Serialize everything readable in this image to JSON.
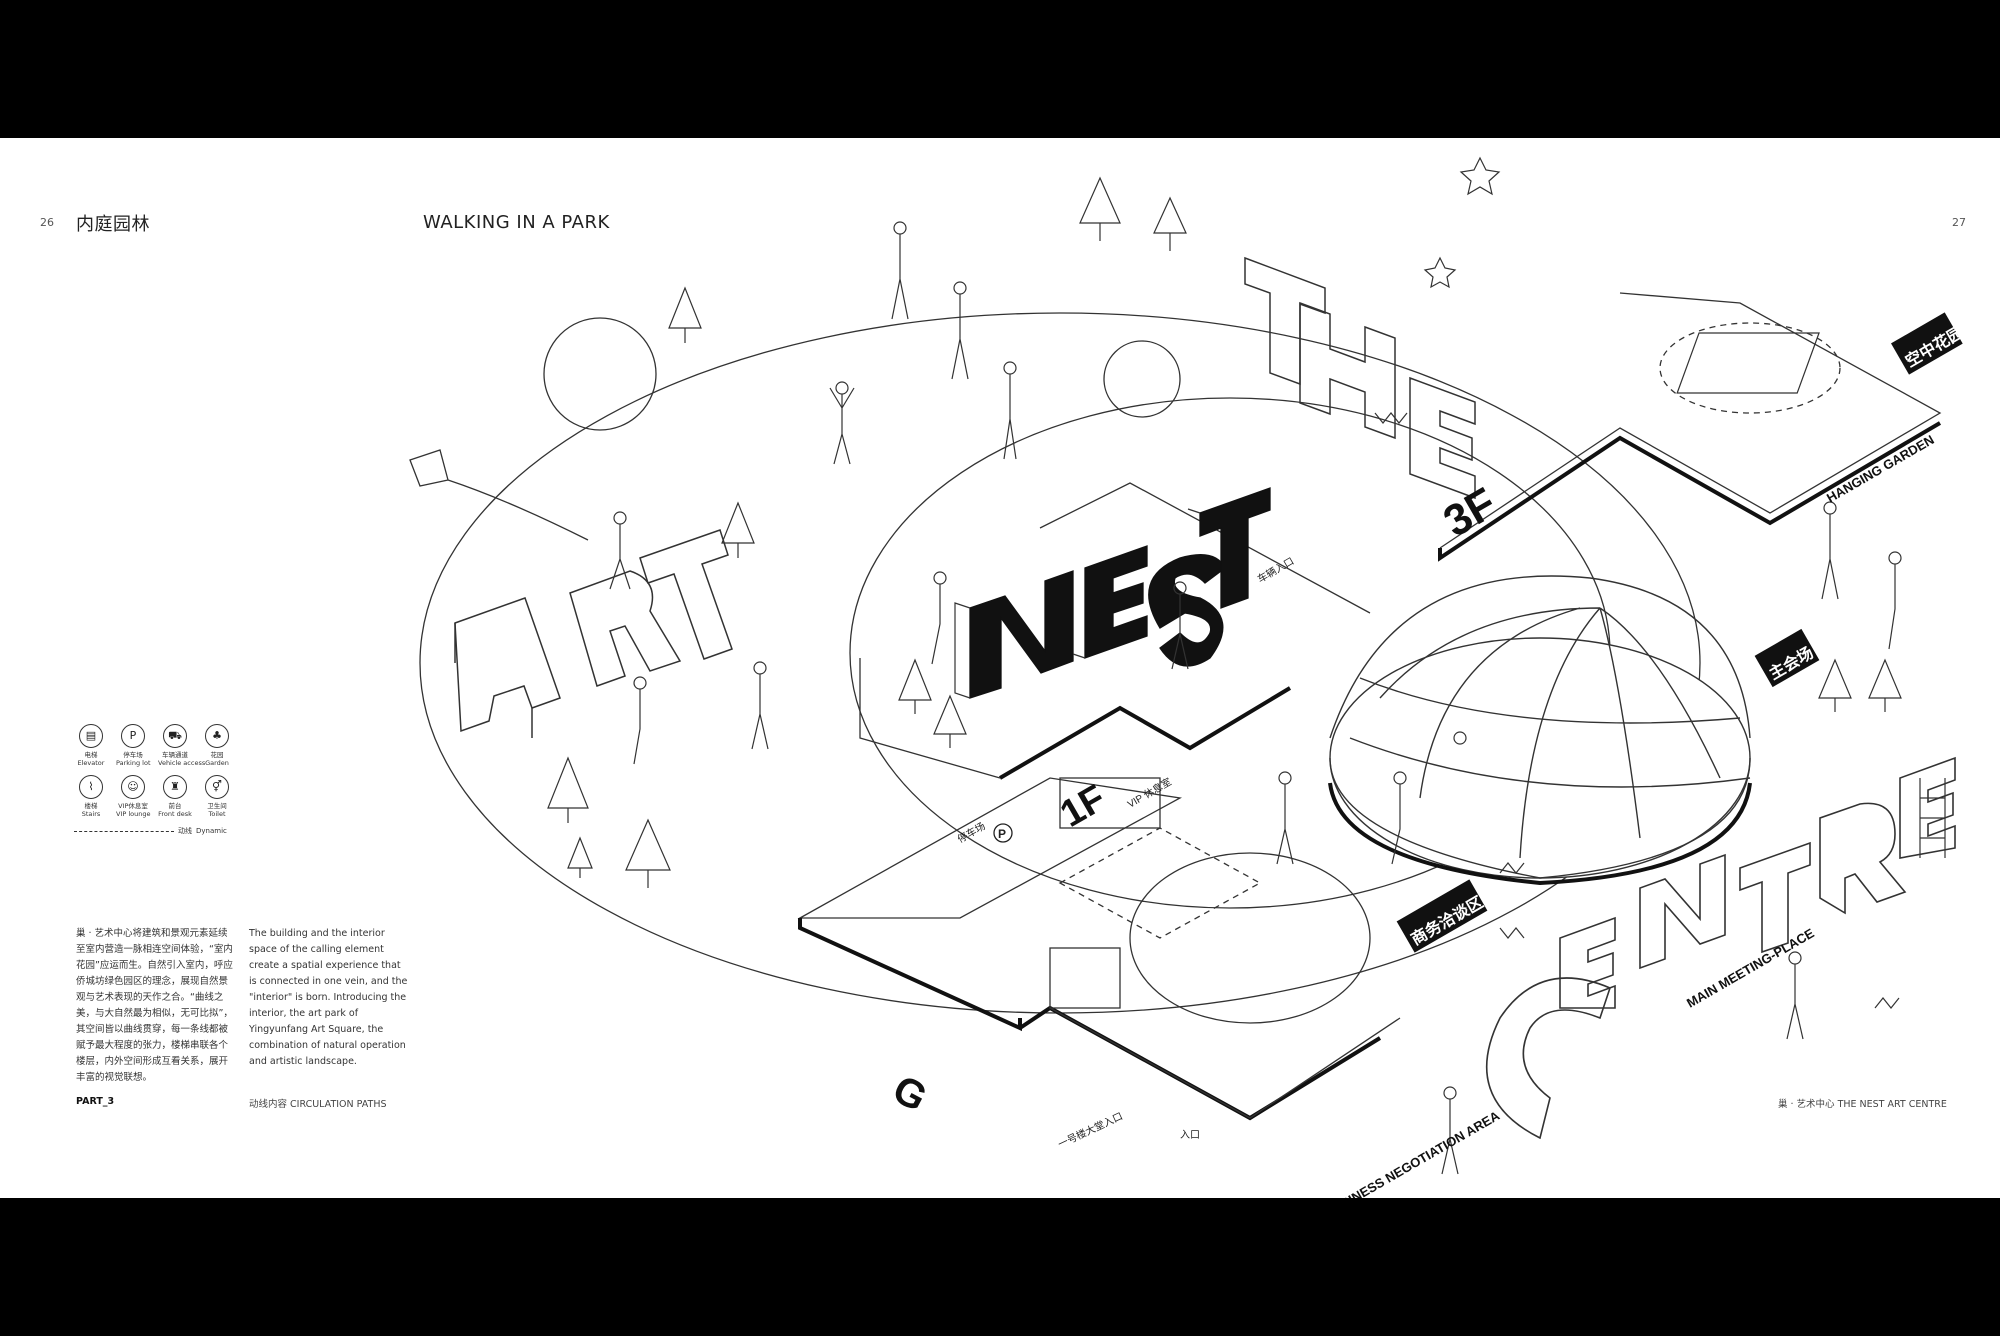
{
  "page": {
    "left_page_number": "26",
    "right_page_number": "27",
    "title_cn": "内庭园林",
    "title_en": "WALKING IN A PARK"
  },
  "legend": {
    "items": [
      {
        "cn": "电梯",
        "en": "Elevator",
        "icon": "elevator-icon",
        "glyph": "▤"
      },
      {
        "cn": "停车场",
        "en": "Parking lot",
        "icon": "parking-icon",
        "glyph": "P"
      },
      {
        "cn": "车辆通道",
        "en": "Vehicle access",
        "icon": "car-icon",
        "glyph": "⛟"
      },
      {
        "cn": "花园",
        "en": "Garden",
        "icon": "tree-icon",
        "glyph": "♣"
      },
      {
        "cn": "楼梯",
        "en": "Stairs",
        "icon": "stairs-icon",
        "glyph": "⌇"
      },
      {
        "cn": "VIP休息室",
        "en": "VIP lounge",
        "icon": "vip-icon",
        "glyph": "☺"
      },
      {
        "cn": "前台",
        "en": "Front desk",
        "icon": "desk-icon",
        "glyph": "♜"
      },
      {
        "cn": "卫生间",
        "en": "Toilet",
        "icon": "toilet-icon",
        "glyph": "⚥"
      }
    ],
    "dynamic_cn": "动线",
    "dynamic_en": "Dynamic"
  },
  "body_cn": "巢 · 艺术中心将建筑和景观元素延续至室内营造一脉相连空间体验，“室内花园”应运而生。自然引入室内，呼应侨城坊绿色园区的理念，展现自然景观与艺术表现的天作之合。“曲线之美，与大自然最为相似，无可比拟”，其空间皆以曲线贯穿，每一条线都被赋予最大程度的张力，楼梯串联各个楼层，内外空间形成互看关系，展开丰富的视觉联想。",
  "body_en": "The building and the interior space of the calling element create a spatial experience that is connected in one vein, and the \"interior\" is born. Introducing the interior, the art park of Yingyunfang Art Square, the combination of natural operation and artistic landscape.",
  "footer": {
    "part": "PART_3",
    "section": "动线内容  CIRCULATION PATHS",
    "brand": "巢 · 艺术中心  THE NEST ART CENTRE"
  },
  "diagram": {
    "letters_art": "ART",
    "letters_nest": "NEST",
    "letters_the": "THE",
    "letters_centre": "CENTRE",
    "floor_g": "G",
    "floor_1f": "1F",
    "floor_3f": "3F",
    "tag_hanging_cn": "空中花园",
    "tag_hanging_en": "HANGING GARDEN",
    "tag_main_cn": "主会场",
    "tag_main_en": "MAIN MEETING-PLACE",
    "tag_business_cn": "商务洽谈区",
    "tag_business_en": "BUSINESS NEGOTIATION AREA",
    "label_parking": "停车场",
    "label_vip": "VIP 休息室",
    "label_vehicle_entry": "车辆入口",
    "label_main_entry": "一号楼大堂入口",
    "label_entry": "入口"
  }
}
